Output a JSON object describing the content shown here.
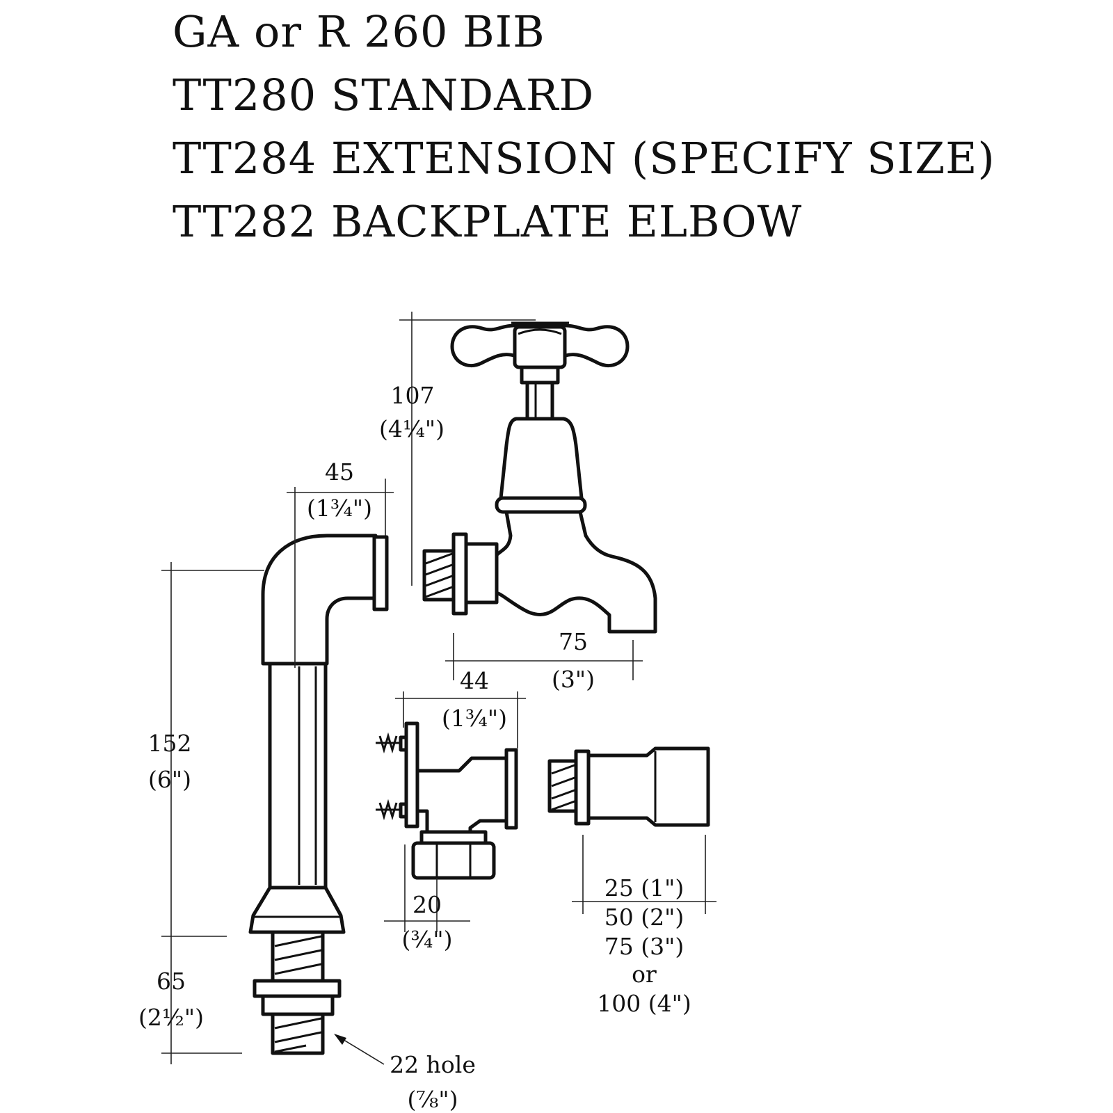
{
  "titles": [
    "GA or R 260  BIB",
    "TT280 STANDARD",
    "TT284 EXTENSION (SPECIFY SIZE)",
    "TT282 BACKPLATE ELBOW"
  ],
  "dimensions": {
    "tap_height_mm": "107",
    "tap_height_in": "(4¼\")",
    "elbow_reach_mm": "45",
    "elbow_reach_in": "(1¾\")",
    "spout_reach_mm": "75",
    "spout_reach_in": "(3\")",
    "backplate_reach_mm": "44",
    "backplate_reach_in": "(1¾\")",
    "standpipe_height_mm": "152",
    "standpipe_height_in": "(6\")",
    "thread_length_mm": "65",
    "thread_length_in": "(2½\")",
    "outlet_mm": "20",
    "outlet_in": "(¾\")",
    "extension_sizes": [
      "25 (1\")",
      "50 (2\")",
      "75 (3\")",
      "or",
      "100 (4\")"
    ],
    "hole_size_mm": "22 hole",
    "hole_size_in": "(⅞\")"
  }
}
